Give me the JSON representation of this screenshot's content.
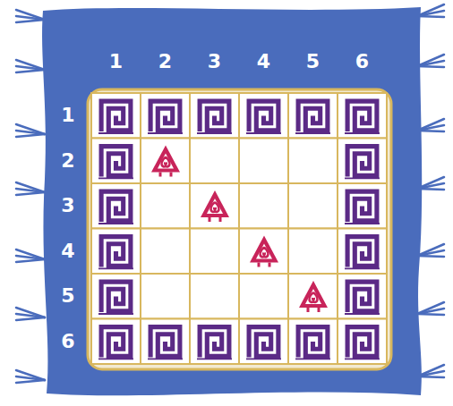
{
  "diagram": {
    "labels": [
      "1",
      "2",
      "3",
      "4",
      "5",
      "6",
      "1",
      "2",
      "3",
      "4",
      "5",
      "6"
    ]
  }
}
